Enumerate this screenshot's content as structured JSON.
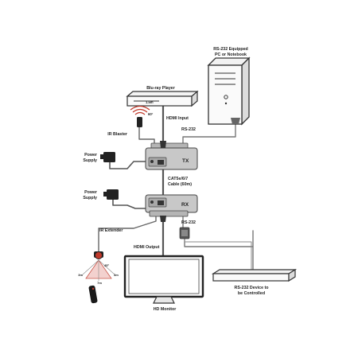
{
  "devices": {
    "pc_label_line1": "RS-232 Equipped",
    "pc_label_line2": "PC or Notebook",
    "bluray_label": "Blu-ray Player",
    "tx_label": "TX",
    "rx_label": "RX",
    "rs232_device_line1": "RS-232 Device to",
    "rs232_device_line2": "be Controlled",
    "monitor_label": "HD Monitor"
  },
  "connections": {
    "hdmi_input": "HDMI Input",
    "rs232_top": "RS-232",
    "ir_blaster": "IR Blaster",
    "power_supply_top_1": "Power",
    "power_supply_top_2": "Supply",
    "cable_line1": "CAT5e/6/7",
    "cable_line2": "Cable (60m)",
    "power_supply_bottom_1": "Power",
    "power_supply_bottom_2": "Supply",
    "rs232_bottom": "RS-232",
    "ir_extender": "IR Extender",
    "hdmi_output": "HDMI Output"
  },
  "ir_specs": {
    "blaster_distance": "1.5m",
    "blaster_angle": "60°",
    "extender_angle": "45°",
    "extender_left": "3m",
    "extender_center": "7m",
    "extender_right": "3m"
  }
}
